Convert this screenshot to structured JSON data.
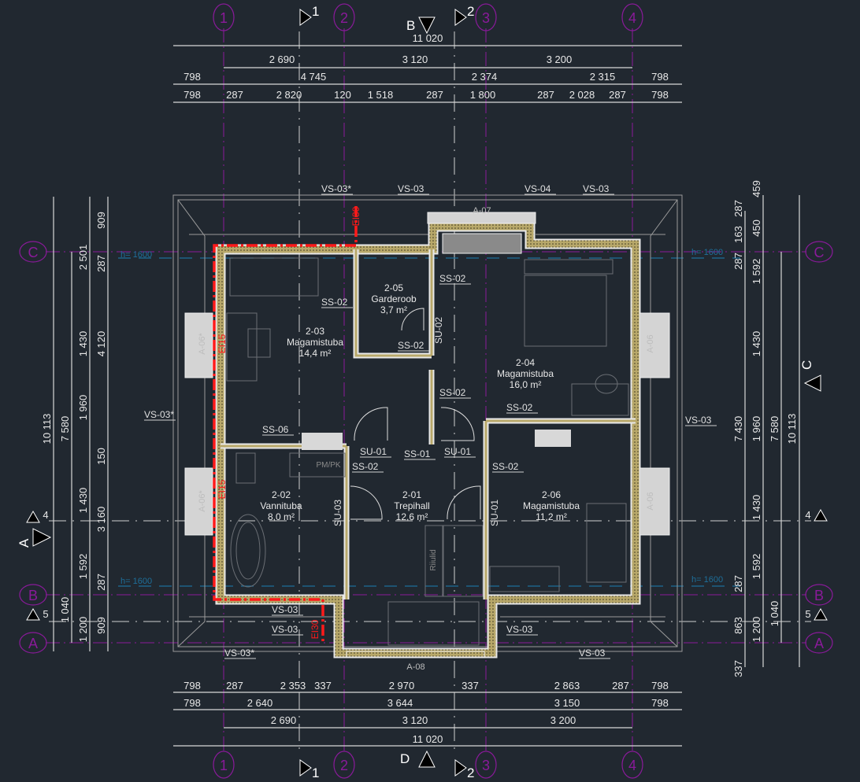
{
  "grid": {
    "columns": [
      "1",
      "2",
      "3",
      "4"
    ],
    "rows": [
      "A",
      "B",
      "C"
    ]
  },
  "sections": {
    "markers": [
      "1",
      "2"
    ],
    "views": {
      "top": "B",
      "bottom": "D",
      "left": "A",
      "right": "C"
    },
    "levels": [
      "4",
      "5"
    ]
  },
  "dims": {
    "top_total": "11 020",
    "top_axes": [
      "2 690",
      "3 120",
      "3 200"
    ],
    "top_row3": [
      "798",
      "4 745",
      "2 374",
      "2 315",
      "798"
    ],
    "top_row4": [
      "798",
      "287",
      "2 820",
      "120",
      "1 518",
      "287",
      "1 800",
      "287",
      "2 028",
      "287",
      "798"
    ],
    "bottom_row1": [
      "798",
      "287",
      "2 353",
      "337",
      "2 970",
      "337",
      "2 863",
      "287",
      "798"
    ],
    "bottom_row2": [
      "798",
      "2 640",
      "3 644",
      "3 150",
      "798"
    ],
    "bottom_axes": [
      "2 690",
      "3 120",
      "3 200"
    ],
    "bottom_total": "11 020",
    "left_total": [
      "10 113"
    ],
    "left_axes": [
      "7 580",
      "1 040"
    ],
    "left_col3": [
      "2 501",
      "1 430",
      "1 960",
      "1 430",
      "1 592",
      "1 200"
    ],
    "left_col4": [
      "909",
      "287",
      "4 120",
      "150",
      "3 160",
      "287",
      "909"
    ],
    "right_col1": [
      "287",
      "163",
      "287",
      "7 430",
      "287",
      "863",
      "337"
    ],
    "right_col2": [
      "459",
      "450",
      "1 592",
      "1 430",
      "1 960",
      "1 430",
      "1 592",
      "1 200"
    ],
    "right_axes": [
      "7 580",
      "1 040"
    ],
    "right_total": [
      "10 113"
    ]
  },
  "rooms": [
    {
      "id": "2-03",
      "name": "Magamistuba",
      "area": "14,4  m²"
    },
    {
      "id": "2-05",
      "name": "Garderoob",
      "area": "3,7  m²"
    },
    {
      "id": "2-04",
      "name": "Magamistuba",
      "area": "16,0  m²"
    },
    {
      "id": "2-02",
      "name": "Vannituba",
      "area": "8,0  m²"
    },
    {
      "id": "2-01",
      "name": "Trepihall",
      "area": "12,6  m²"
    },
    {
      "id": "2-06",
      "name": "Magamistuba",
      "area": "11,2  m²"
    }
  ],
  "tags": [
    "VS-03*",
    "VS-03",
    "VS-04",
    "VS-03",
    "SS-02",
    "SS-02",
    "SS-02",
    "SS-02",
    "SS-02",
    "VS-03*",
    "VS-03",
    "SS-06",
    "SU-01",
    "SS-01",
    "SU-01",
    "SS-02",
    "SS-02",
    "VS-03",
    "VS-03",
    "VS-03",
    "VS-03*",
    "VS-03"
  ],
  "vtags": [
    "SU-02",
    "SU-03",
    "SU-01"
  ],
  "windows": [
    "A-07",
    "A-06*",
    "A-06*",
    "A-06",
    "A-06",
    "A-08"
  ],
  "fire": [
    "EI30",
    "EI15",
    "EI15",
    "EI30"
  ],
  "heights": [
    "h= 1600",
    "h= 1600",
    "h= 1600",
    "h= 1600"
  ],
  "fixtures": {
    "sink_label": "PM/PK",
    "shelves_label": "Riiulid"
  },
  "colors": {
    "background": "#212830",
    "grid": "#8a1a9a",
    "wall": "#b8a86a",
    "fire": "#ff1a1a",
    "height_line": "#1e6f9a"
  }
}
